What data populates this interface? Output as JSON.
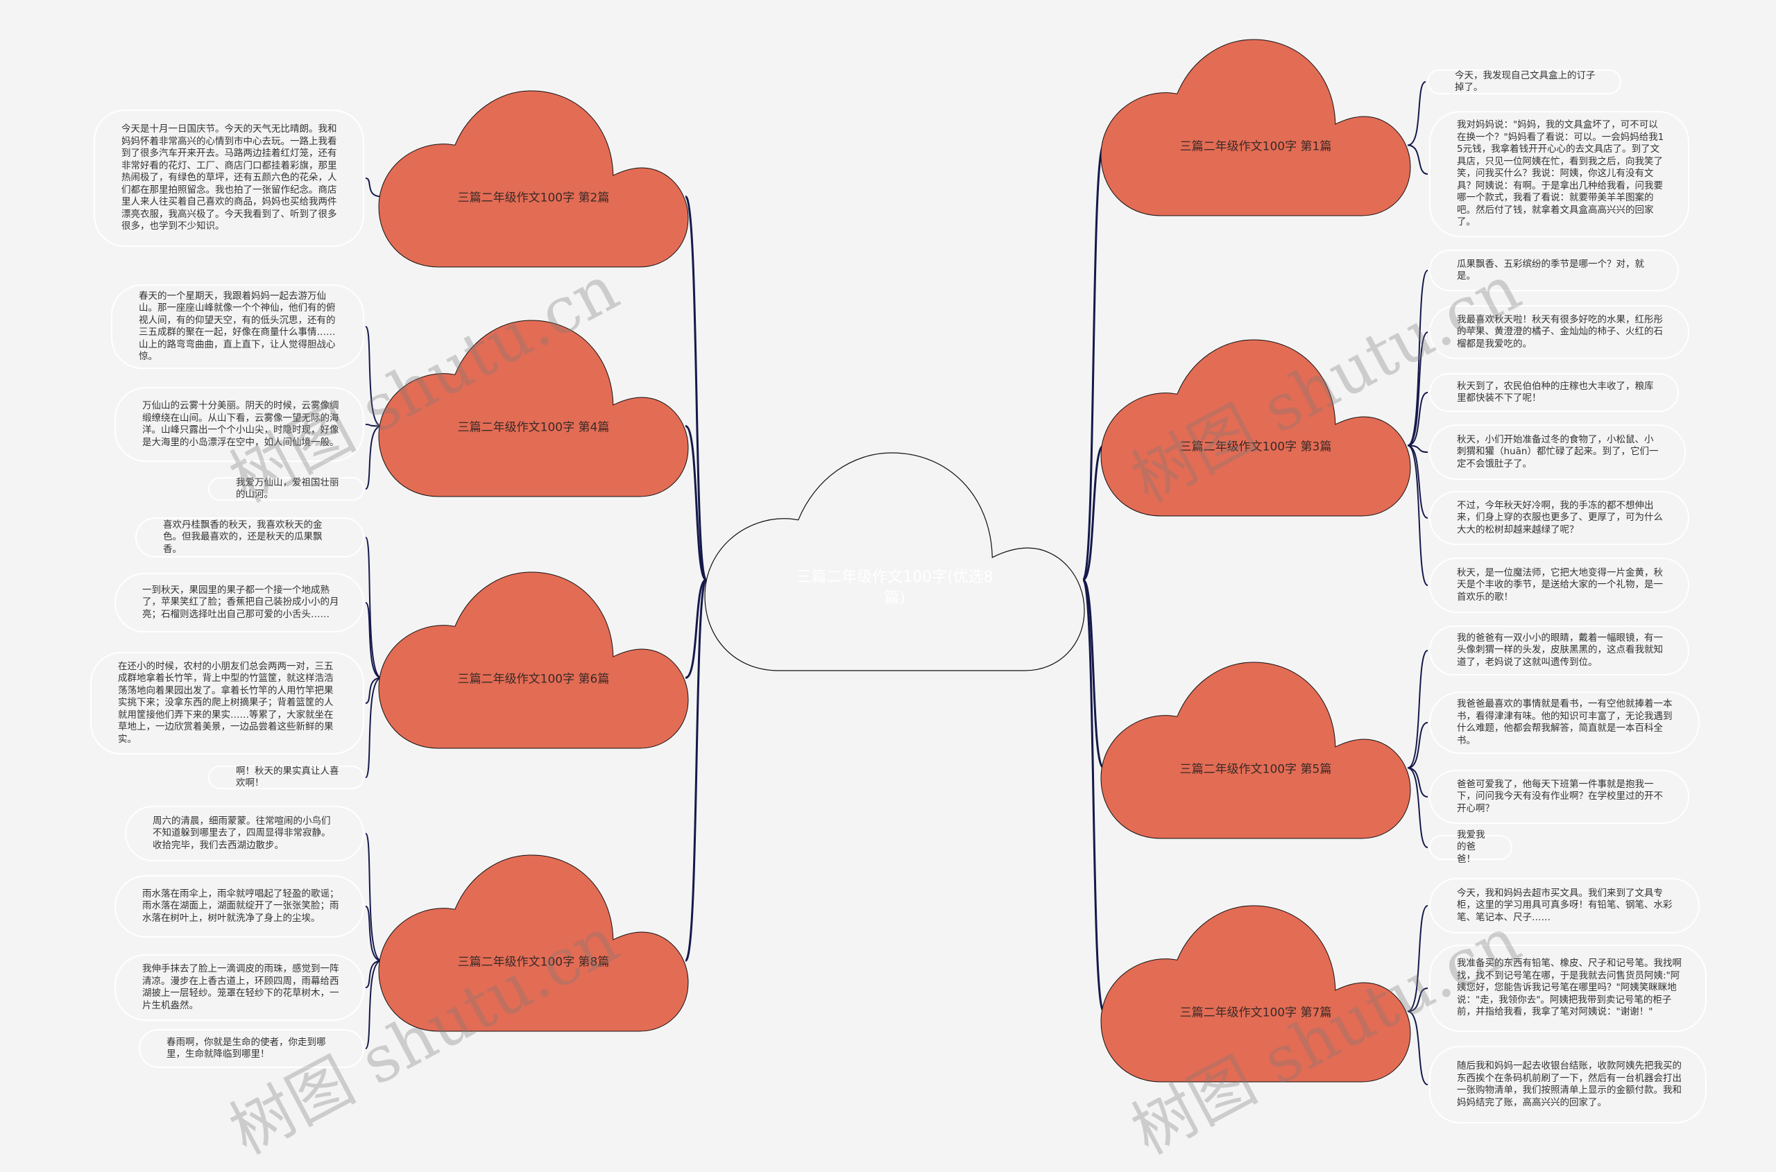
{
  "central": {
    "title": "三篇二年级作文100字(优选8篇)"
  },
  "colors": {
    "cloud_fill": "#e36c55",
    "central_fill": "#f4f4f4",
    "connector": "#15194a"
  },
  "watermark": "树图 shutu.cn",
  "branches": [
    {
      "label": "三篇二年级作文100字 第1篇",
      "texts": [
        "今天，我发现自己文具盒上的订子掉了。",
        "我对妈妈说：\"妈妈，我的文具盒坏了，可不可以在换一个？\"妈妈看了看说：可以。一会妈妈给我15元钱，我拿着钱开开心心的去文具店了。到了文具店，只见一位阿姨在忙，看到我之后，向我笑了笑，问我买什么？我说：阿姨，你这儿有没有文具？阿姨说：有啊。于是拿出几种给我看，问我要哪一个款式，我看了看说：就要带美羊羊图案的吧。然后付了钱，就拿着文具盒高高兴兴的回家了。"
      ]
    },
    {
      "label": "三篇二年级作文100字 第2篇",
      "texts": [
        "今天是十月一日国庆节。今天的天气无比晴朗。我和妈妈怀着非常高兴的心情到市中心去玩。一路上我看到了很多汽车开来开去。马路两边挂着红灯笼，还有非常好看的花灯、工厂、商店门口都挂着彩旗，那里热闹极了，有绿色的草坪，还有五颜六色的花朵，人们都在那里拍照留念。我也拍了一张留作纪念。商店里人来人往买着自己喜欢的商品，妈妈也买给我两件漂亮衣服，我高兴极了。今天我看到了、听到了很多很多，也学到不少知识。"
      ]
    },
    {
      "label": "三篇二年级作文100字 第3篇",
      "texts": [
        "瓜果飘香、五彩缤纷的季节是哪一个？对，就是。",
        "我最喜欢秋天啦！秋天有很多好吃的水果，红彤彤的苹果、黄澄澄的橘子、金灿灿的柿子、火红的石榴都是我爱吃的。",
        "秋天到了，农民伯伯种的庄稼也大丰收了，粮库里都快装不下了呢！",
        "秋天，小们开始准备过冬的食物了，小松鼠、小刺猬和獾（huān）都忙碌了起来。到了，它们一定不会饿肚子了。",
        "不过，今年秋天好冷啊，我的手冻的都不想伸出来，们身上穿的衣服也更多了、更厚了，可为什么大大的松树却越来越绿了呢？",
        "秋天，是一位魔法师，它把大地变得一片金黄，秋天是个丰收的季节，是送给大家的一个礼物，是一首欢乐的歌！"
      ]
    },
    {
      "label": "三篇二年级作文100字 第4篇",
      "texts": [
        "春天的一个星期天，我跟着妈妈一起去游万仙山。那一座座山峰就像一个个神仙，他们有的俯视人间，有的仰望天空，有的低头沉思，还有的三五成群的聚在一起，好像在商量什么事情……山上的路弯弯曲曲，直上直下，让人觉得胆战心惊。",
        "万仙山的云雾十分美丽。阴天的时候，云雾像绸缎缭绕在山间。从山下看，云雾像一望无际的海洋。山峰只露出一个个小山尖，时隐时现，好像是大海里的小岛漂浮在空中，如人间仙境一般。",
        "我爱万仙山，爱祖国壮丽的山河。"
      ]
    },
    {
      "label": "三篇二年级作文100字 第5篇",
      "texts": [
        "我的爸爸有一双小小的眼睛，戴着一幅眼镜，有一头像刺猬一样的头发，皮肤黑黑的，这点看我就知道了，老妈说了这就叫遗传到位。",
        "我爸爸最喜欢的事情就是看书，一有空他就捧着一本书，看得津津有味。他的知识可丰富了，无论我遇到什么难题，他都会帮我解答，简直就是一本百科全书。",
        "爸爸可爱我了，他每天下班第一件事就是抱我一下，问问我今天有没有作业啊？在学校里过的开不开心啊？",
        "我爱我的爸爸！"
      ]
    },
    {
      "label": "三篇二年级作文100字 第6篇",
      "texts": [
        "喜欢丹桂飘香的秋天，我喜欢秋天的金色。但我最喜欢的，还是秋天的瓜果飘香。",
        "一到秋天，果园里的果子都一个接一个地成熟了，苹果笑红了脸；香蕉把自己装扮成小小的月亮；石榴则选择吐出自己那可爱的小舌头……",
        "在还小的时候，农村的小朋友们总会两两一对，三五成群地拿着长竹竿，背上中型的竹篮筐，就这样浩浩荡荡地向着果园出发了。拿着长竹竿的人用竹竿把果实挑下来；没拿东西的爬上树摘果子；背着篮筐的人就用筐接他们弄下来的果实……等累了，大家就坐在草地上，一边欣赏着美景，一边品尝着这些新鲜的果实。",
        "啊！秋天的果实真让人喜欢啊！"
      ]
    },
    {
      "label": "三篇二年级作文100字 第7篇",
      "texts": [
        "今天，我和妈妈去超市买文具。我们来到了文具专柜，这里的学习用具可真多呀！有铅笔、钢笔、水彩笔、笔记本、尺子……",
        "我准备买的东西有铅笔、橡皮、尺子和记号笔。我找啊找，找不到记号笔在哪，于是我就去问售货员阿姨:\"阿姨您好，您能告诉我记号笔在哪里吗？\"阿姨笑眯眯地说：\"走，我领你去\"。阿姨把我带到卖记号笔的柜子前，并指给我看，我拿了笔对阿姨说：\"谢谢！\"",
        "随后我和妈妈一起去收银台结账，收款阿姨先把我买的东西挨个在条码机前刷了一下，然后有一台机器会打出一张购物清单，我们按照清单上显示的金额付款。我和妈妈结完了账，高高兴兴的回家了。"
      ]
    },
    {
      "label": "三篇二年级作文100字 第8篇",
      "texts": [
        "周六的清晨，细雨蒙蒙。往常喧闹的小鸟们不知道躲到哪里去了，四周显得非常寂静。收拾完毕，我们去西湖边散步。",
        "雨水落在雨伞上，雨伞就哼唱起了轻盈的歌谣；雨水落在湖面上，湖面就绽开了一张张笑脸；雨水落在树叶上，树叶就洗净了身上的尘埃。",
        "我伸手抹去了脸上一滴调皮的雨珠，感觉到一阵清凉。漫步在上香古道上，环顾四周，雨幕给西湖披上一层轻纱。笼罩在轻纱下的花草树木，一片生机盎然。",
        "春雨啊，你就是生命的使者，你走到哪里，生命就降临到哪里！"
      ]
    }
  ]
}
